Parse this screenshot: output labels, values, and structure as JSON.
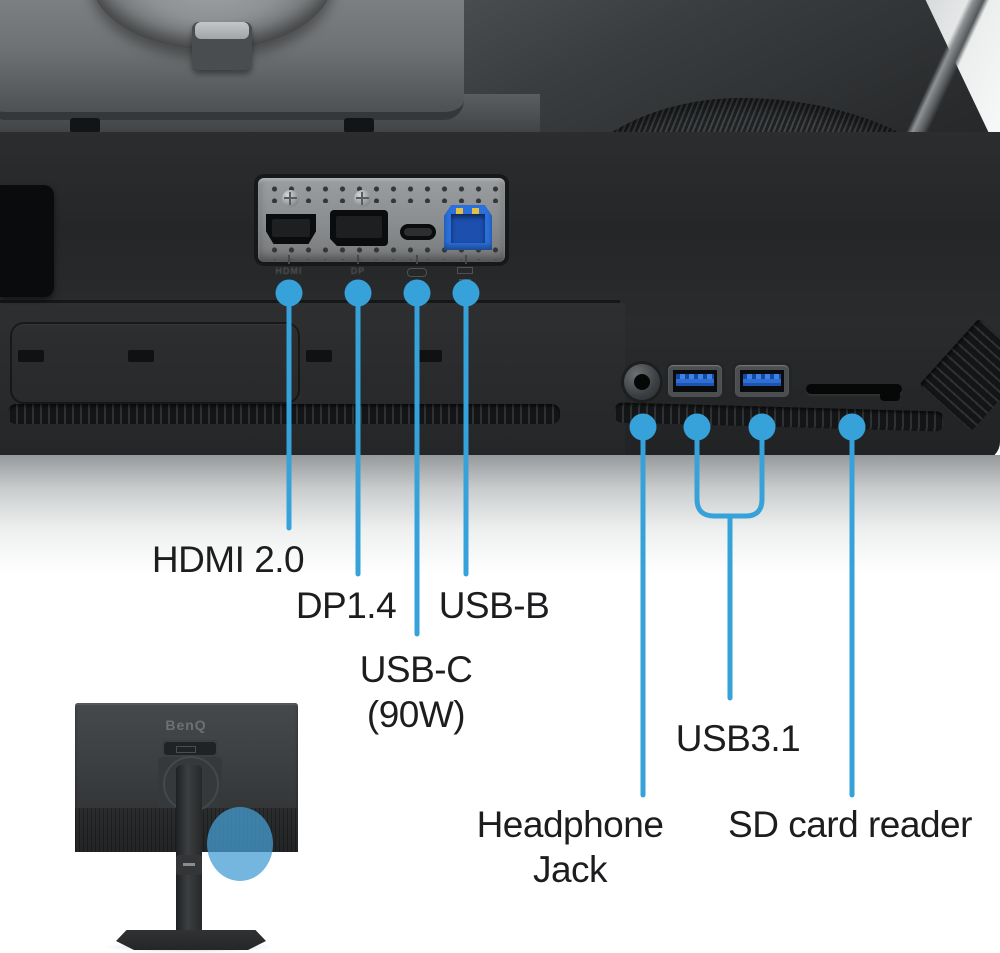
{
  "diagram": {
    "title_context": "monitor connectivity ports",
    "accent_color": "#36A2D9",
    "label_color": "#1D1D1F",
    "highlight_circle_color": "rgba(70,158,210,0.75)",
    "callouts": {
      "hdmi": {
        "label": "HDMI 2.0"
      },
      "dp": {
        "label": "DP1.4"
      },
      "usb_b": {
        "label": "USB-B"
      },
      "usb_c": {
        "label": "USB-C",
        "sublabel": "(90W)"
      },
      "usb31": {
        "label": "USB3.1"
      },
      "headphone": {
        "label": "Headphone",
        "sublabel": "Jack"
      },
      "sd": {
        "label": "SD card reader"
      }
    },
    "etch": {
      "hdmi": "HDMI",
      "dp": "DP"
    },
    "inset": {
      "brand": "BenQ"
    }
  }
}
